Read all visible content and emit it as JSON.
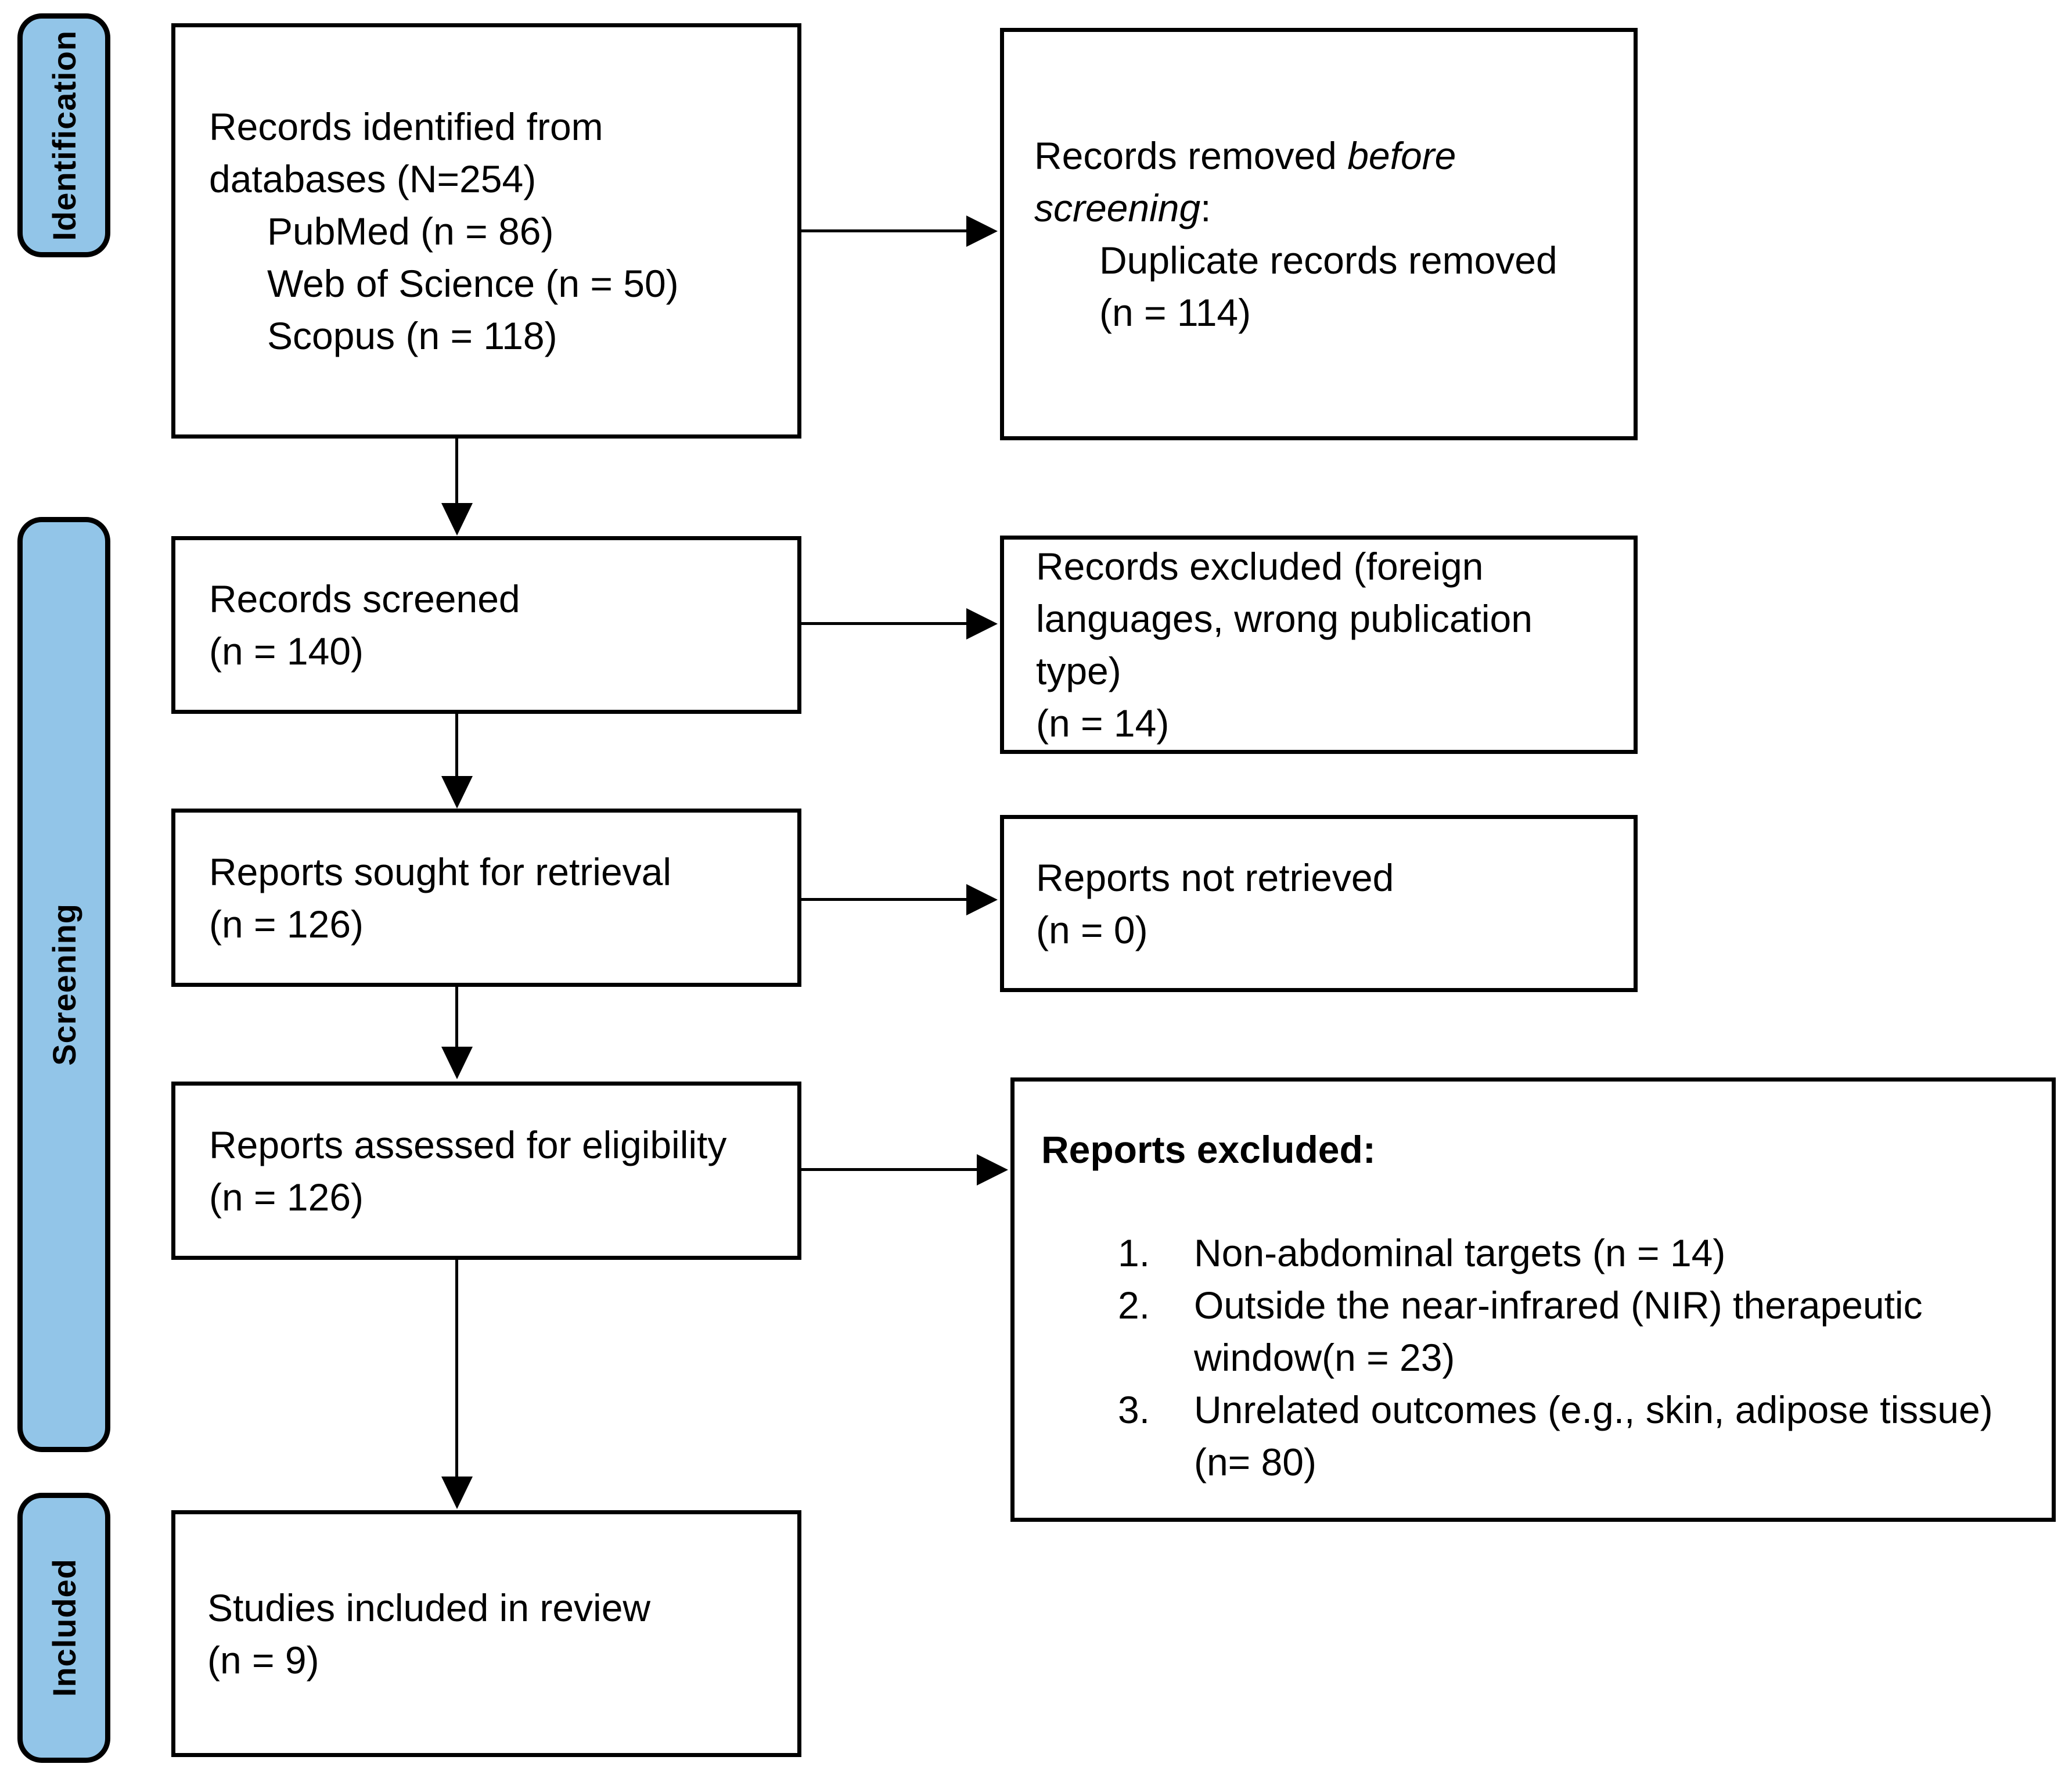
{
  "diagram": {
    "kind": "prisma-flow",
    "accent_fill": "#92C5E8",
    "line_color": "#000000"
  },
  "sidebar": {
    "items": [
      {
        "label": "Identification"
      },
      {
        "label": "Screening"
      },
      {
        "label": "Included"
      }
    ]
  },
  "boxes": {
    "identified": {
      "lines": [
        "Records identified from",
        "databases (N=254)"
      ],
      "sublines": [
        "PubMed (n = 86)",
        "Web of Science (n = 50)",
        "Scopus (n = 118)"
      ]
    },
    "removed": {
      "l1a": "Records removed ",
      "l1b": "before",
      "l2a": "screening",
      "l2b": ":",
      "sublines": [
        "Duplicate records removed",
        "(n = 114)"
      ]
    },
    "screened": {
      "lines": [
        "Records screened",
        "(n = 140)"
      ]
    },
    "excluded_screening": {
      "lines": [
        "Records excluded (foreign",
        "languages, wrong publication",
        "type)",
        "(n = 14)"
      ]
    },
    "sought": {
      "lines": [
        "Reports sought for retrieval",
        "(n = 126)"
      ]
    },
    "not_retrieved": {
      "lines": [
        "Reports not retrieved",
        "(n = 0)"
      ]
    },
    "assessed": {
      "lines": [
        "Reports assessed for eligibility",
        "(n = 126)"
      ]
    },
    "reports_excluded": {
      "heading": "Reports excluded:",
      "items": [
        {
          "num": "1.",
          "lines": [
            "Non-abdominal targets (n = 14)"
          ]
        },
        {
          "num": "2.",
          "lines": [
            "Outside the near-infrared (NIR) therapeutic",
            "window(n = 23)"
          ]
        },
        {
          "num": "3.",
          "lines": [
            "Unrelated outcomes (e.g., skin, adipose tissue)",
            "(n= 80)"
          ]
        }
      ]
    },
    "included_review": {
      "lines": [
        "Studies included in review",
        "(n = 9)"
      ]
    }
  }
}
